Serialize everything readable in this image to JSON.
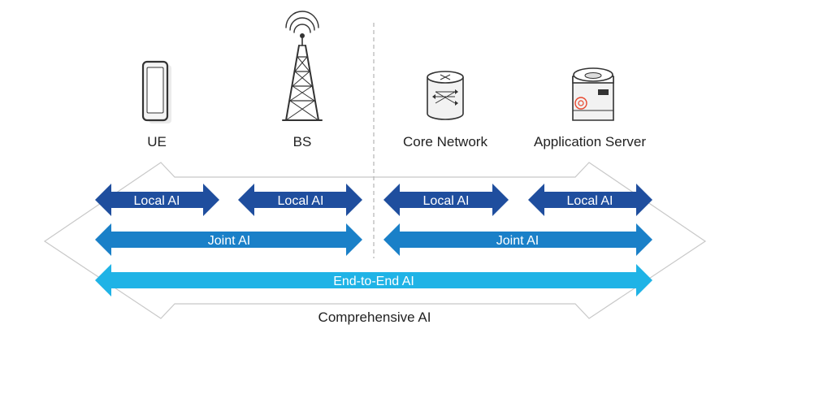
{
  "nodes": {
    "ue": {
      "label": "UE",
      "icon": "smartphone-icon"
    },
    "bs": {
      "label": "BS",
      "icon": "cell-tower-icon"
    },
    "core": {
      "label": "Core Network",
      "icon": "router-cylinder-icon"
    },
    "app": {
      "label": "Application Server",
      "icon": "server-icon"
    }
  },
  "arrows": {
    "local_ue": "Local AI",
    "local_bs": "Local AI",
    "local_core": "Local AI",
    "local_app": "Local AI",
    "joint_left": "Joint AI",
    "joint_right": "Joint AI",
    "end_to_end": "End-to-End AI"
  },
  "outer": {
    "label": "Comprehensive AI"
  },
  "colors": {
    "local": "#1f4e9e",
    "joint": "#1a80c8",
    "end_to_end": "#1fb3e6",
    "outline": "#c8c8c8",
    "divider": "#b5b5b5",
    "text": "#222222",
    "accent_red": "#e8472e"
  }
}
